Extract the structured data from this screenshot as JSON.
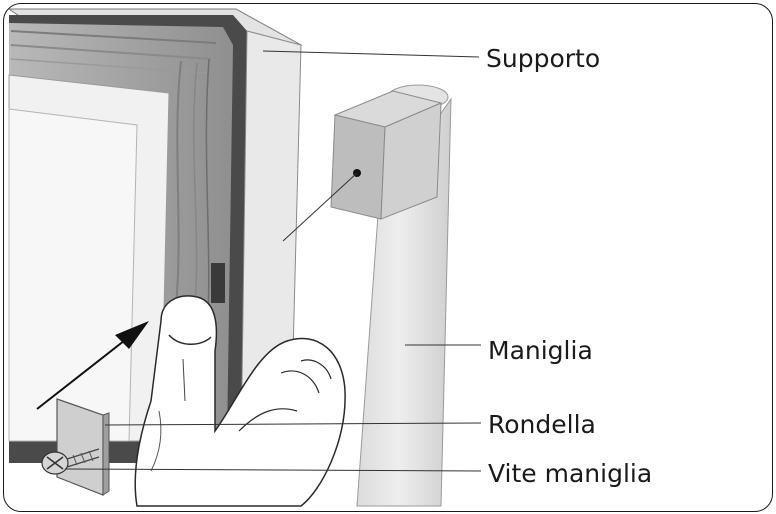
{
  "labels": {
    "supporto": "Supporto",
    "maniglia": "Maniglia",
    "rondella": "Rondella",
    "vite_maniglia": "Vite maniglia"
  }
}
